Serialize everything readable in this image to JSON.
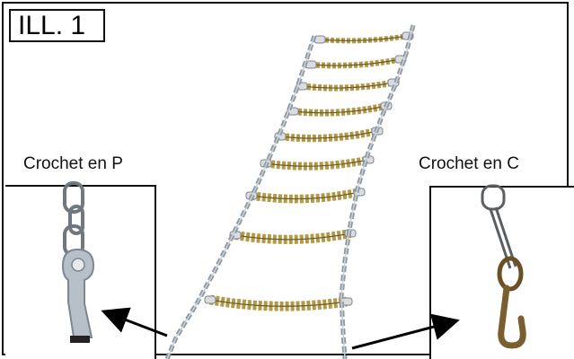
{
  "illustration": {
    "label": "ILL. 1"
  },
  "callouts": {
    "p_hook": {
      "label": "Crochet en P"
    },
    "c_hook": {
      "label": "Crochet en C"
    }
  },
  "colors": {
    "frame": "#111111",
    "chain_steel": "#8f99a3",
    "chain_highlight": "#c9d0d6",
    "chain_gold": "#b39a48",
    "hook_p_metal": "#b7c0c8",
    "hook_c_metal": "#7a5e2e",
    "arrow": "#000000"
  }
}
